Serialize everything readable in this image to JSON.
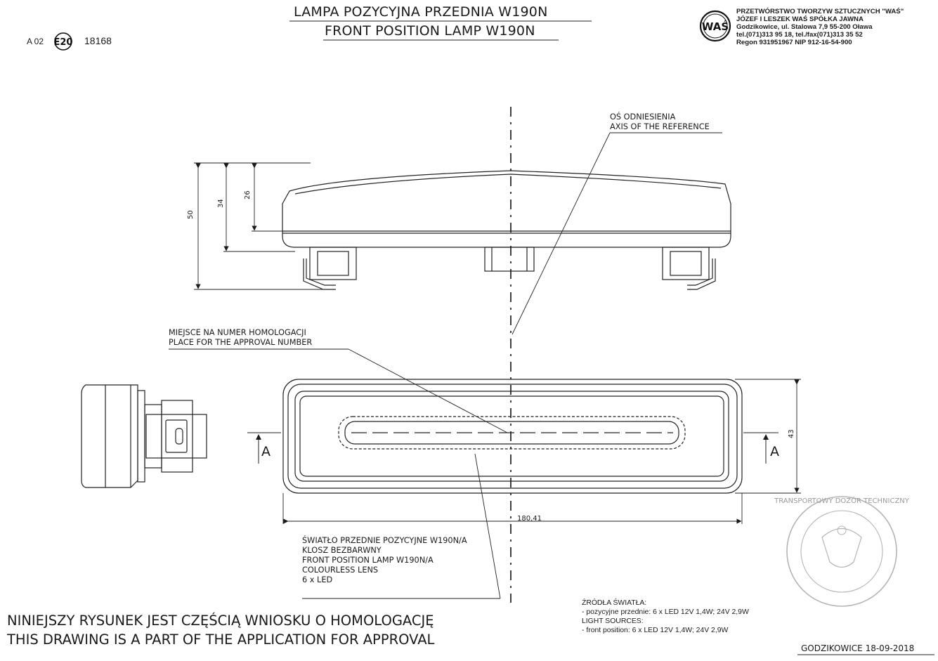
{
  "title": {
    "pl": "LAMPA POZYCYJNA PRZEDNIA W190N",
    "en": "FRONT POSITION LAMP W190N"
  },
  "approval": {
    "prefix": "A 02",
    "mark": "E20",
    "number": "18168"
  },
  "company": {
    "logo": "WAŚ",
    "lines": [
      "PRZETWÓRSTWO TWORZYW SZTUCZNYCH \"WAŚ\"",
      "JÓZEF I LESZEK WAŚ     SPÓŁKA JAWNA",
      "Godzikowice, ul. Stalowa 7,9      55-200 Oława",
      "tel.(071)313 95 18, tel./fax(071)313 35 52",
      "Regon 931951967    NIP 912-16-54-900"
    ]
  },
  "callouts": {
    "axis": [
      "OŚ ODNIESIENIA",
      "AXIS OF THE REFERENCE"
    ],
    "homologation": [
      "MIEJSCE NA NUMER HOMOLOGACJI",
      "PLACE FOR THE APPROVAL NUMBER"
    ],
    "lamp": [
      "ŚWIATŁO PRZEDNIE POZYCYJNE W190N/A",
      "KLOSZ BEZBARWNY",
      "FRONT POSITION LAMP W190N/A",
      "COLOURLESS LENS",
      "6 x LED"
    ]
  },
  "dimensions": {
    "height_total": "50",
    "height_mid": "34",
    "height_top": "26",
    "width": "180,41",
    "depth": "43",
    "section_mark": "A"
  },
  "light_sources": {
    "lines": [
      "ŹRÓDŁA ŚWIATŁA:",
      "- pozycyjne przednie: 6 x LED 12V 1,4W; 24V 2,9W",
      "LIGHT SOURCES:",
      "- front position: 6 x LED 12V 1,4W; 24V 2,9W"
    ]
  },
  "footer": {
    "statement_pl": "NINIEJSZY RYSUNEK JEST CZĘŚCIĄ WNIOSKU O  HOMOLOGACJĘ",
    "statement_en": "THIS DRAWING IS A PART OF THE APPLICATION FOR  APPROVAL",
    "place_date": "GODZIKOWICE   18-09-2018"
  },
  "stamp": {
    "text": "TRANSPORTOWY DOZÓR TECHNICZNY"
  }
}
